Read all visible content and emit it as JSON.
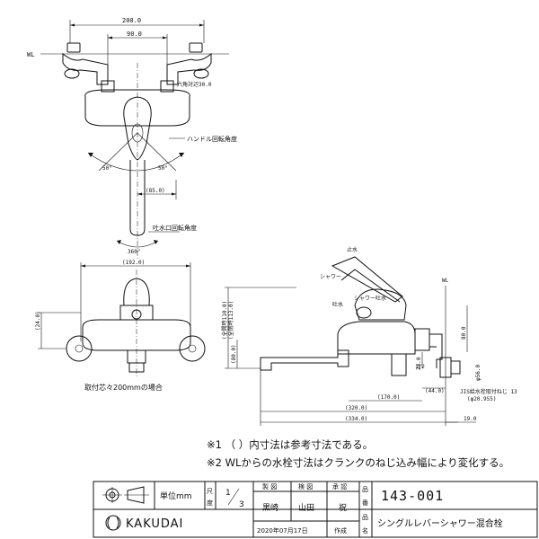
{
  "top_view": {
    "dim_width": "200.0",
    "dim_pitch": "90.0",
    "wl_label": "WL",
    "hex_label": "六角対辺30.0",
    "handle_label": "ハンドル回転角度",
    "angle_left": "50°",
    "angle_right": "50°",
    "dim_85": "(85.0)",
    "spout_label": "吐水口回転角度",
    "angle_360": "360°"
  },
  "front_view": {
    "dim_192": "(192.0)",
    "dim_24": "(24.0)",
    "mount_label": "取付芯々200mmの場合"
  },
  "side_view": {
    "label_water": "止水",
    "label_shower": "シャワー",
    "label_shower2": "シャワー吐水",
    "label_outlet": "吐水",
    "wl_label": "WL",
    "dim_max": "(全開時110.0)",
    "dim_closed": "(全閉時113.0)",
    "dim_80": "(80.0)",
    "dim_right": "80.0",
    "dim_24": "24.0",
    "dim_1_2": "1/2",
    "dim_56": "φ56.0",
    "dim_44": "(44.0)",
    "dim_170": "(170.0)",
    "dim_320": "(320.0)",
    "dim_334": "(334.0)",
    "dim_19": "19.0",
    "jis_label": "JIS給水栓取付ねじ 13",
    "jis_dim": "(φ20.955)"
  },
  "notes": [
    "※1 （ ）内寸法は参考寸法である。",
    "※2 WLからの水栓寸法はクランクのねじ込み幅により変化する。"
  ],
  "title_block": {
    "unit_label": "単位mm",
    "scale_label_1": "尺",
    "scale_label_2": "度",
    "scale_value_num": "1",
    "scale_value_den": "3",
    "col_seizu": "製 図",
    "col_kenzu": "検 図",
    "col_shounin": "承 認",
    "name_1": "黒崎",
    "name_2": "山田",
    "name_3": "祝",
    "date": "2020年07月17日",
    "date_suffix": "作成",
    "hinban_label_1": "品",
    "hinban_label_2": "番",
    "hinmei_label_1": "品",
    "hinmei_label_2": "名",
    "part_number": "143-001",
    "product_name": "シングルレバーシャワー混合栓",
    "brand": "KAKUDAI"
  }
}
